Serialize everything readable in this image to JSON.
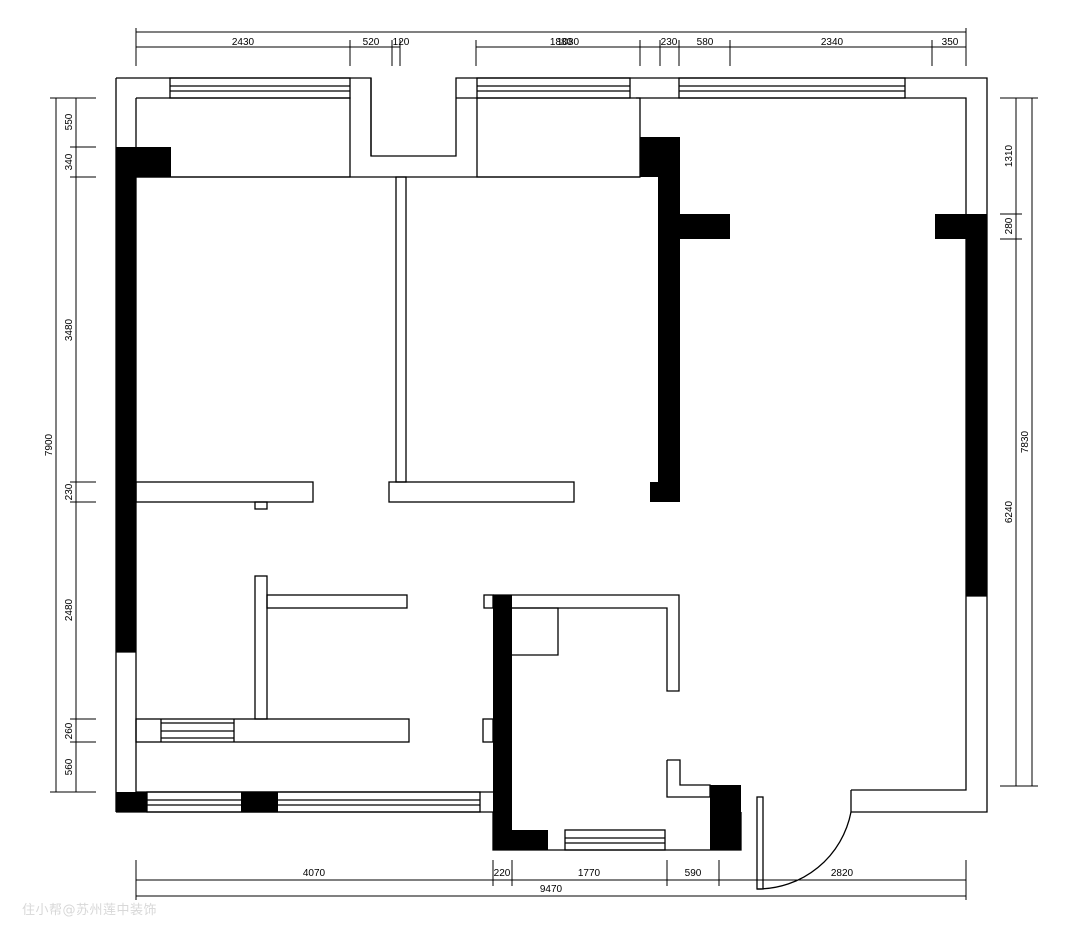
{
  "dimensions": {
    "top_row": [
      "2430",
      "520",
      "120",
      "1880",
      "1080",
      "230",
      "580",
      "2340",
      "350"
    ],
    "left_column": [
      "550",
      "340",
      "3480",
      "7900",
      "230",
      "2480",
      "260",
      "560"
    ],
    "right_column": [
      "1310",
      "280",
      "7830",
      "6240"
    ],
    "bottom_row": [
      "4070",
      "220",
      "1770",
      "590",
      "2820"
    ],
    "bottom_total": "9470"
  },
  "watermark": "住小帮@苏州莲中装饰"
}
